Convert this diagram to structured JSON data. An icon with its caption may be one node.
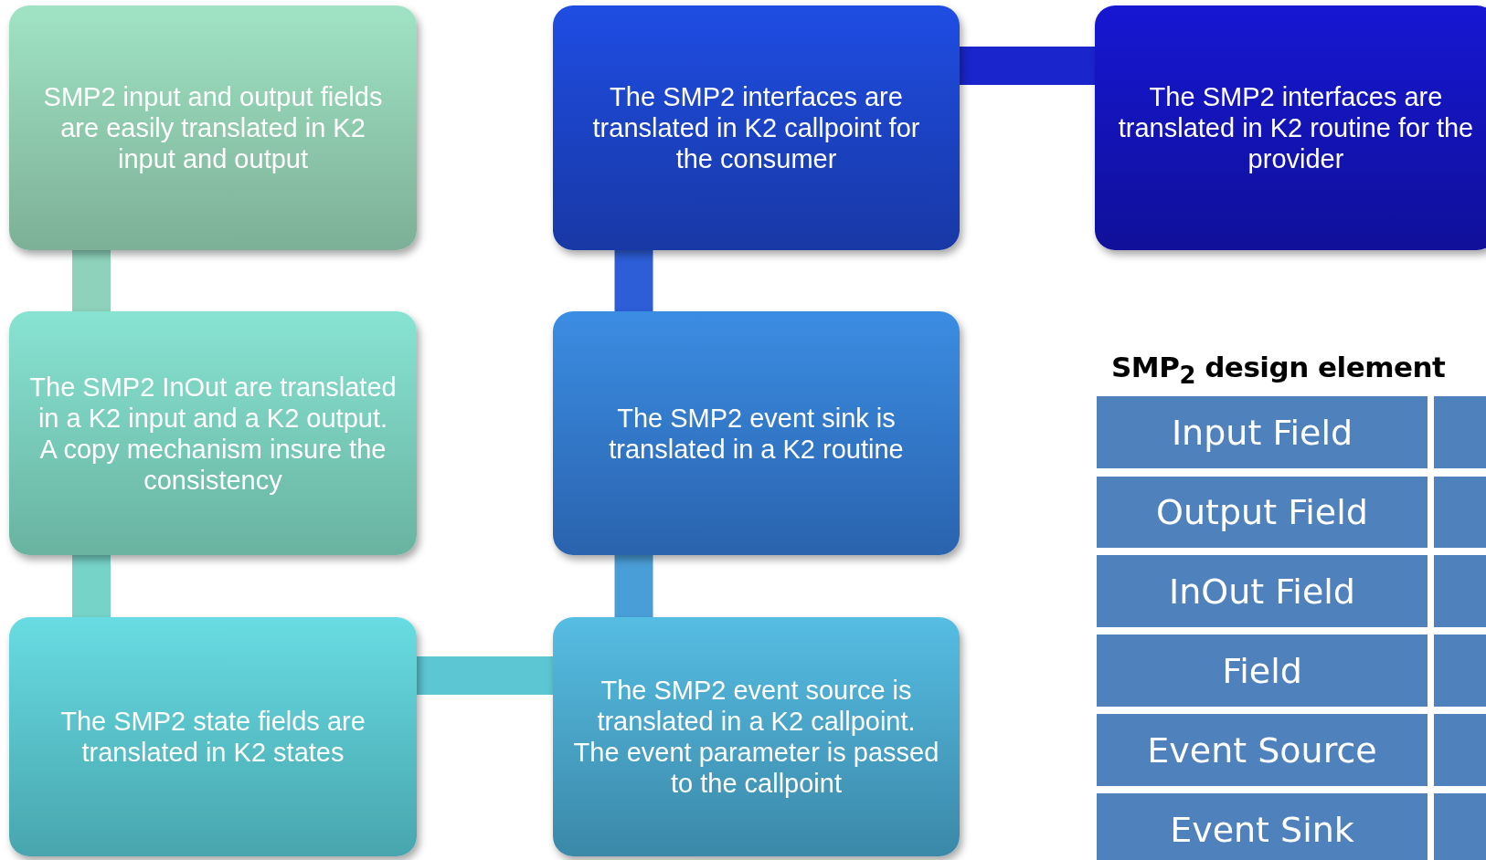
{
  "diagram": {
    "nodes": [
      {
        "text": [
          "SMP2 input and output fields are easily translated in K2 input and output"
        ]
      },
      {
        "text": [
          "The SMP2 InOut are translated in a K2 input and a K2 output. A copy mechanism insure the consistency"
        ]
      },
      {
        "text": [
          "The SMP2 state fields are translated in K2 states"
        ]
      },
      {
        "text": [
          "The SMP2 event source is translated in a K2 callpoint. The event parameter is passed to the callpoint"
        ]
      },
      {
        "text": [
          "The SMP2 event sink is translated in a K2 routine"
        ]
      },
      {
        "text": [
          "The SMP2 interfaces are translated in K2 callpoint for the consumer"
        ]
      },
      {
        "text": [
          "The SMP2 interfaces are translated in K2 routine for the provider"
        ]
      }
    ],
    "edges": [
      {
        "from": 0,
        "to": 1,
        "arrow": "none",
        "color": "#8ed2bc"
      },
      {
        "from": 1,
        "to": 2,
        "arrow": "none",
        "color": "#76d3c8"
      },
      {
        "from": 2,
        "to": 3,
        "arrow": "none",
        "color": "#5cc6d3"
      },
      {
        "from": 3,
        "to": 4,
        "arrow": "none",
        "color": "#4a9ed8"
      },
      {
        "from": 4,
        "to": 5,
        "arrow": "none",
        "color": "#2d5ed8"
      },
      {
        "from": 5,
        "to": 6,
        "arrow": "none",
        "color": "#1a26cc"
      }
    ],
    "labels": [
      "SMP$_{2}$ design element",
      "Input Field",
      "Output Field",
      "InOut Field",
      "Field",
      "Event Source",
      "Event Sink"
    ]
  }
}
